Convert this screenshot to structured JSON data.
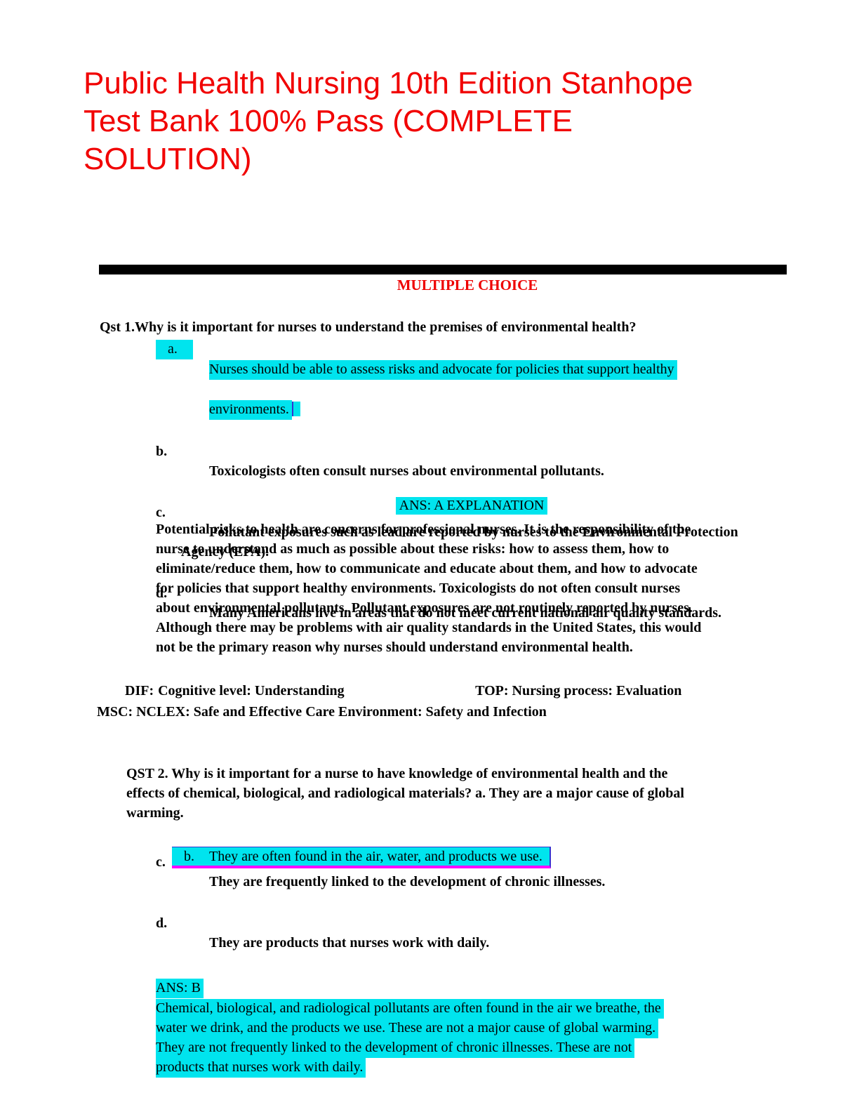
{
  "title": {
    "lines": [
      "Public Health Nursing 10th Edition Stanhope",
      "Test Bank 100% Pass (COMPLETE",
      "SOLUTION)"
    ]
  },
  "section": {
    "heading": "MULTIPLE CHOICE"
  },
  "q1": {
    "stem": "Qst 1.Why is it important for nurses to understand the premises of environmental health?",
    "options": [
      {
        "letter": "a.",
        "lines": [
          "Nurses should be able to assess risks and advocate for policies that support healthy",
          "environments."
        ],
        "highlighted": true
      },
      {
        "letter": "b.",
        "text": "Toxicologists often consult nurses about environmental pollutants."
      },
      {
        "letter": "c.",
        "lines": [
          "Pollutant exposures such as lead are reported by nurses to the Environmental Protection",
          "Agency (EPA)."
        ]
      },
      {
        "letter": "d.",
        "text": "Many Americans live in areas that do not meet current national air quality standards."
      }
    ],
    "answer": {
      "label": "ANS: A EXPLANATION",
      "explanation_lines": [
        "Potential risks to health are concerns for professional nurses. It is the responsibility of the",
        "nurse to understand as much as possible about these risks: how to assess them, how to",
        "eliminate/reduce them, how to communicate and educate about them, and how to advocate",
        "for policies that support healthy environments. Toxicologists do not often consult nurses",
        "about environmental pollutants. Pollutant exposures are not routinely reported by nurses.",
        "Although there may be problems with air quality standards in the United States, this would",
        "not be the primary reason why nurses should understand environmental health."
      ]
    },
    "meta": {
      "dif_label": "DIF:",
      "dif_value": "Cognitive level: Understanding",
      "top": "TOP: Nursing process: Evaluation",
      "msc": "MSC: NCLEX: Safe and Effective Care Environment: Safety and Infection"
    }
  },
  "q2": {
    "stem_lines": [
      "QST 2. Why is it important for a nurse to have knowledge of environmental health and the",
      "effects of chemical, biological, and radiological materials? a. They are a major cause of global",
      "warming."
    ],
    "options": [
      {
        "letter": "b.",
        "text": "They are often found in the air, water, and products we use.",
        "highlighted": true
      },
      {
        "letter": "c.",
        "text": "They are frequently linked to the development of chronic illnesses."
      },
      {
        "letter": "d.",
        "text": "They are products that nurses work with daily."
      }
    ],
    "answer": {
      "label": "ANS: B",
      "explanation_lines": [
        "Chemical, biological, and radiological pollutants are often found in the air we breathe, the",
        "water we drink, and the products we use. These are not a major cause of global warming.",
        "They are not frequently linked to the development of chronic illnesses. These are not",
        "products that nurses work with daily."
      ]
    }
  },
  "colors": {
    "accent_red": "#f10000",
    "highlight_cyan": "#00e4ee",
    "underline_magenta": "#ff00ff",
    "cursor_blue": "#3434cf",
    "bar_black": "#000000"
  }
}
